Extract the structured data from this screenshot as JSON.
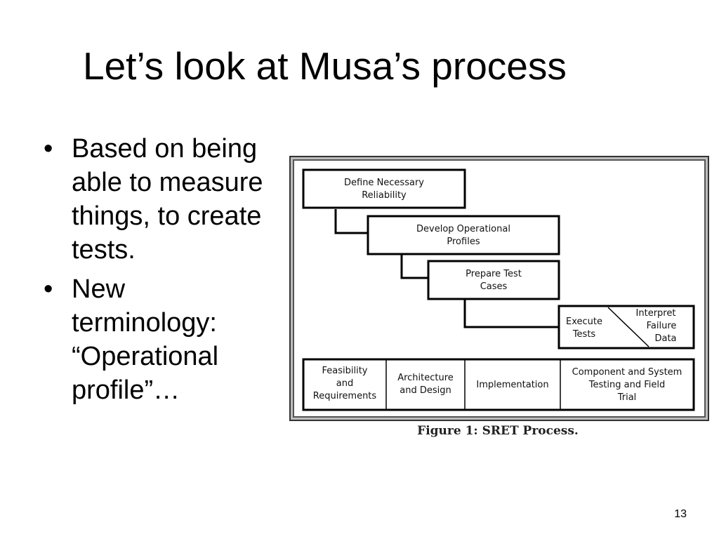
{
  "slide": {
    "title": "Let’s look at Musa’s process",
    "bullets": [
      {
        "text": "Based on being able to measure things, to create tests."
      },
      {
        "text": "New terminology: “Operational profile”…"
      }
    ],
    "number": "13"
  },
  "figure": {
    "caption": "Figure 1: SRET Process.",
    "steps": [
      {
        "line1": "Define Necessary",
        "line2": "Reliability"
      },
      {
        "line1": "Develop Operational",
        "line2": "Profiles"
      },
      {
        "line1": "Prepare Test",
        "line2": "Cases"
      }
    ],
    "execute": {
      "line1": "Execute",
      "line2": "Tests"
    },
    "interpret": {
      "line1": "Interpret",
      "line2": "Failure",
      "line3": "Data"
    },
    "phases": [
      {
        "line1": "Feasibility",
        "line2": "and",
        "line3": "Requirements"
      },
      {
        "line1": "Architecture",
        "line2": "and Design"
      },
      {
        "line1": "Implementation"
      },
      {
        "line1": "Component and System",
        "line2": "Testing and Field",
        "line3": "Trial"
      }
    ]
  }
}
